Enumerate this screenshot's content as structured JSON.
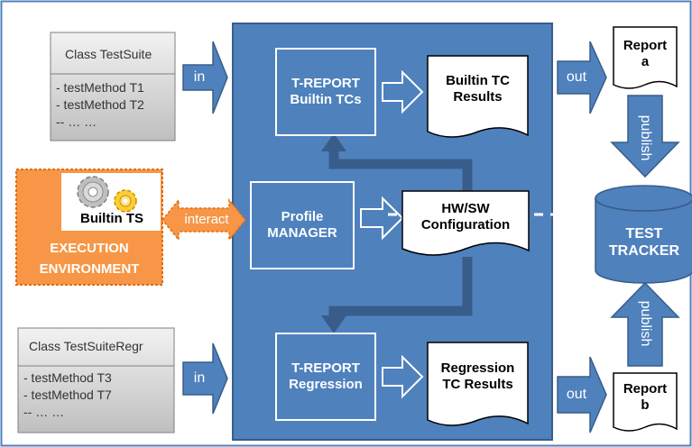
{
  "colors": {
    "panel_blue": "#4f81bd",
    "dark_blue": "#385d8a",
    "arrow_blue": "#4f81bd",
    "orange": "#f79646",
    "gray_box": "#d9d9d9"
  },
  "suites": {
    "top": {
      "title": "Class TestSuite",
      "methods": [
        "- testMethod T1",
        "- testMethod T2",
        "-- … …"
      ]
    },
    "bottom": {
      "title": "Class TestSuiteRegr",
      "methods": [
        "- testMethod T3",
        "- testMethod T7",
        "-- … …"
      ]
    }
  },
  "arrows": {
    "in_top": "in",
    "in_bottom": "in",
    "out_top": "out",
    "out_bottom": "out",
    "interact": "interact",
    "publish_top": "publish",
    "publish_bottom": "publish"
  },
  "execution_env": {
    "builtin_ts": "Builtin TS",
    "label": "EXECUTION\nENVIRONMENT"
  },
  "boxes": {
    "treport_builtin": "T-REPORT\nBuiltin TCs",
    "profile_manager": "Profile\nMANAGER",
    "treport_regression": "T-REPORT\nRegression"
  },
  "documents": {
    "builtin_results": "Builtin TC\nResults",
    "hw_sw_config": "HW/SW\nConfiguration",
    "regression_results": "Regression\nTC Results",
    "report_a": "Report\na",
    "report_b": "Report\nb"
  },
  "test_tracker": "TEST\nTRACKER"
}
